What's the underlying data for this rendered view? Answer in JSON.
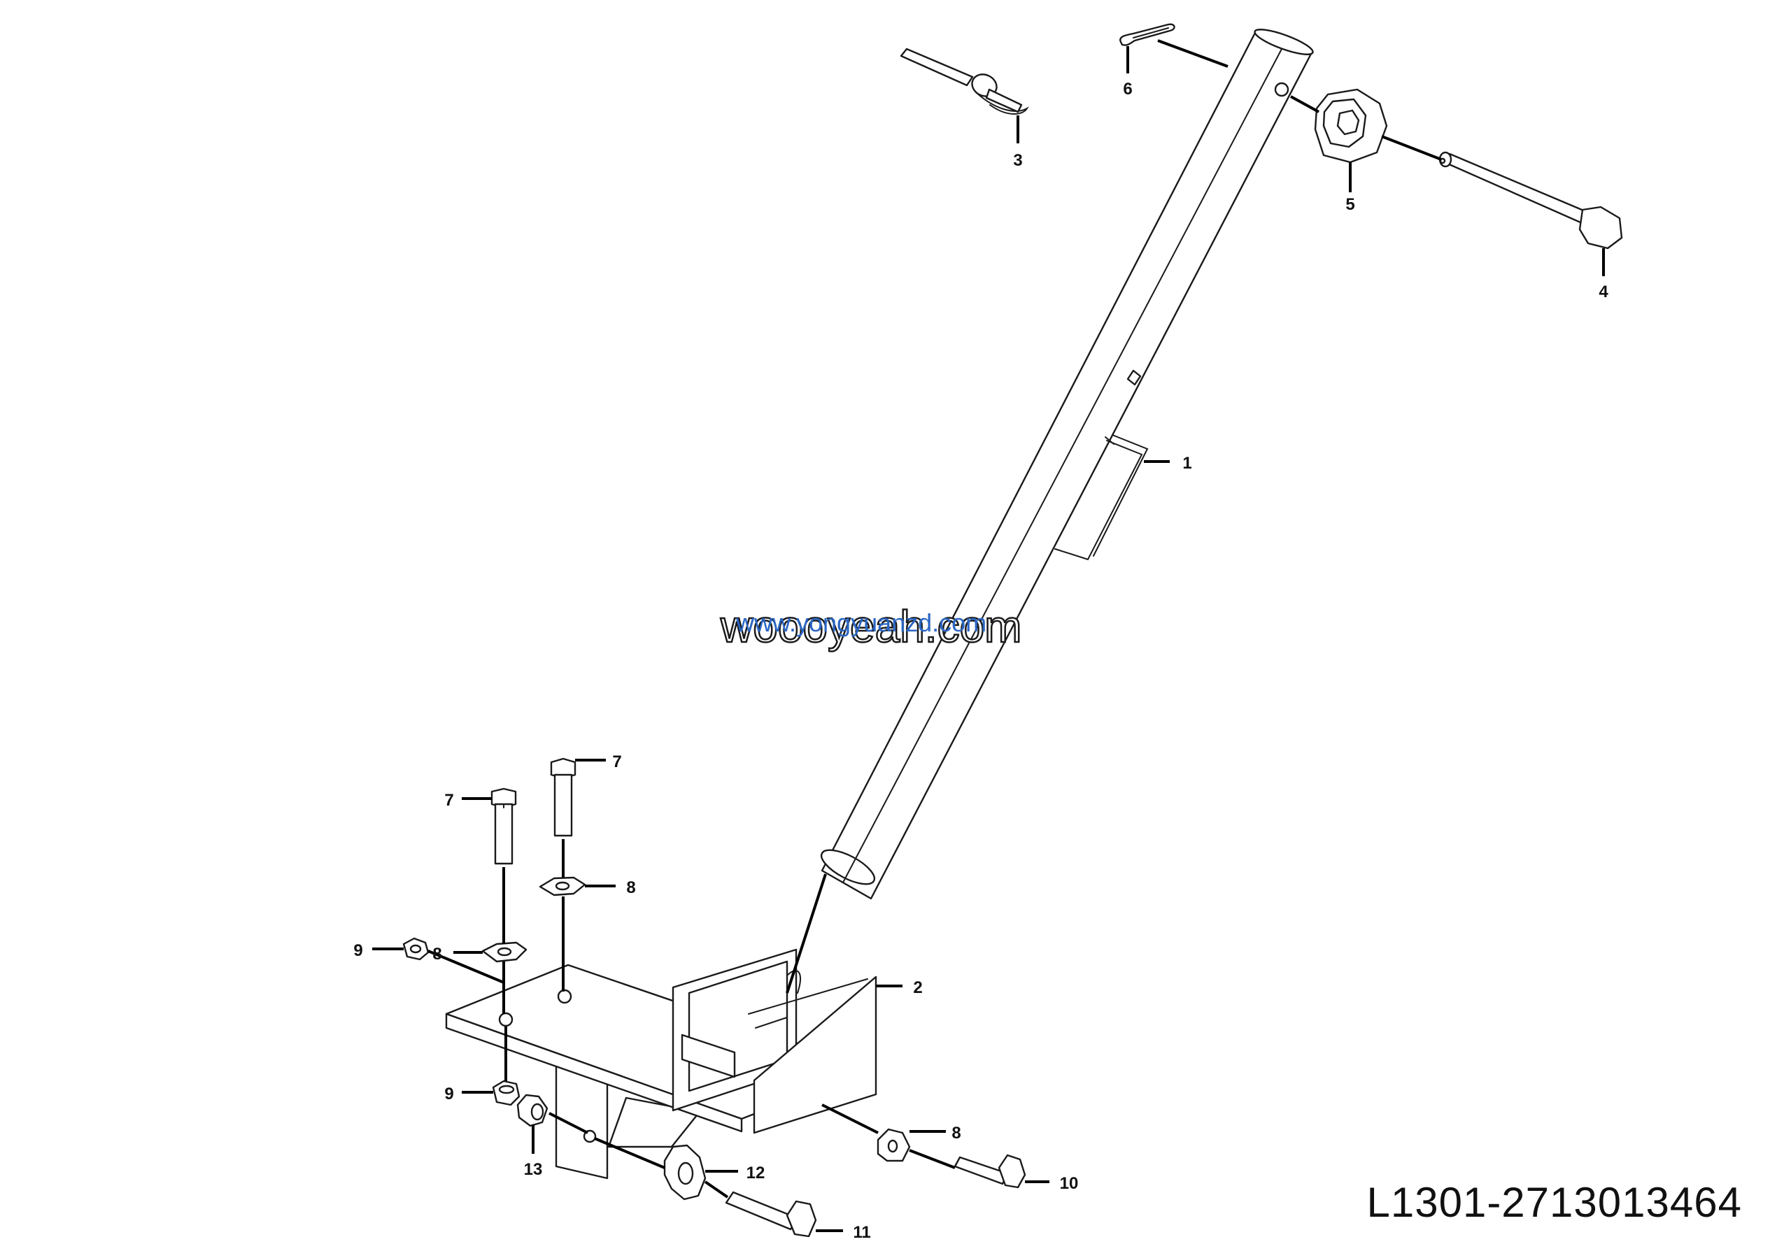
{
  "drawing": {
    "code": "L1301-2713013464",
    "watermark_primary": "woooyeah.com",
    "watermark_secondary": "www.yongyuanzd.com"
  },
  "callouts": {
    "c1": "1",
    "c2": "2",
    "c3": "3",
    "c4": "4",
    "c5": "5",
    "c6": "6",
    "c7a": "7",
    "c7b": "7",
    "c8a": "8",
    "c8b": "8",
    "c8c": "8",
    "c9a": "9",
    "c9b": "9",
    "c10": "10",
    "c11": "11",
    "c12": "12",
    "c13": "13"
  },
  "colors": {
    "line": "#1a1a1a",
    "watermark_blue": "#2a66c4"
  }
}
